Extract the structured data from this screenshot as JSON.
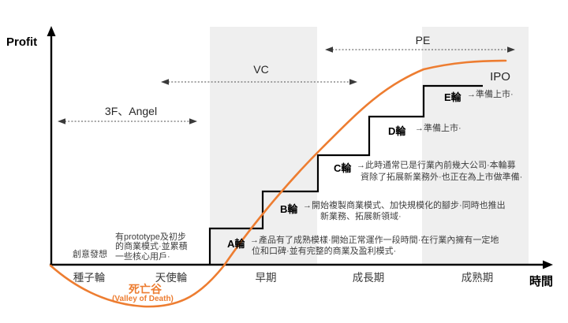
{
  "colors": {
    "curve": "#ED7D31",
    "band": "#EFEFEF",
    "text_dark": "#3f3f3f"
  },
  "y_axis_label": "Profit",
  "x_axis_label": "時間",
  "funding_sources": {
    "fff_angel": "3F、Angel",
    "vc": "VC",
    "pe": "PE",
    "ipo": "IPO"
  },
  "stages": {
    "seed": "種子輪",
    "angel": "天使輪",
    "early": "早期",
    "growth": "成長期",
    "mature": "成熟期"
  },
  "valley": {
    "title": "死亡谷",
    "subtitle": "(Valley of Death)"
  },
  "notes": {
    "idea": "創意發想",
    "prototype": {
      "line1": "有prototype及初步",
      "line2": "的商業模式·並累積",
      "line3": "一些核心用戶·"
    }
  },
  "rounds": {
    "a": {
      "label": "A輪",
      "line1": "→產品有了成熟模樣·開始正常運作一段時間·在行業內擁有一定地",
      "line2": "位和口碑·並有完整的商業及盈利模式·"
    },
    "b": {
      "label": "B輪",
      "line1": "→開始複製商業模式、加快規模化的腳步·同時也推出",
      "line2": "新業務、拓展新領域·"
    },
    "c": {
      "label": "C輪",
      "line1": "→此時通常已是行業內前幾大公司·本輪募",
      "line2": "資除了拓展新業務外·也正在為上市做準備·"
    },
    "d": {
      "label": "D輪",
      "desc": "→準備上市·"
    },
    "e": {
      "label": "E輪",
      "desc": "→準備上市·"
    }
  }
}
